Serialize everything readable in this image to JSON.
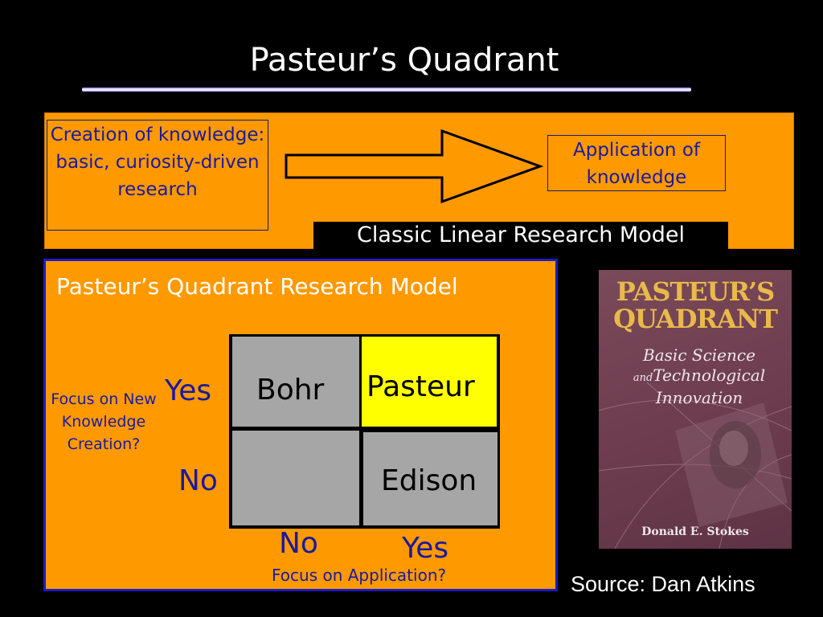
{
  "title": "Pasteur’s Quadrant",
  "linear_model": {
    "creation_box": "Creation of knowledge: basic, curiosity-driven research",
    "application_box": "Application of knowledge",
    "label": "Classic Linear Research Model"
  },
  "quadrant_model": {
    "title": "Pasteur’s Quadrant Research Model",
    "y_axis_label": "Focus on New Knowledge Creation?",
    "y_yes": "Yes",
    "y_no": "No",
    "x_axis_label": "Focus on Application?",
    "x_no": "No",
    "x_yes": "Yes",
    "cells": {
      "top_left": "Bohr",
      "top_right": "Pasteur",
      "bottom_left": "",
      "bottom_right": "Edison"
    }
  },
  "book": {
    "title_line1": "PASTEUR’S",
    "title_line2": "QUADRANT",
    "subtitle_line1": "Basic Science",
    "subtitle_and": "and",
    "subtitle_line2": "Technological",
    "subtitle_line3": "Innovation",
    "author": "Donald E. Stokes"
  },
  "source": "Source: Dan Atkins",
  "colors": {
    "background": "#000000",
    "panel": "#ff9900",
    "navy_text": "#1a1a9e",
    "pasteur_cell": "#ffff00",
    "cell_gray": "#a6a6a6",
    "quad_border": "#1c1cc8"
  }
}
